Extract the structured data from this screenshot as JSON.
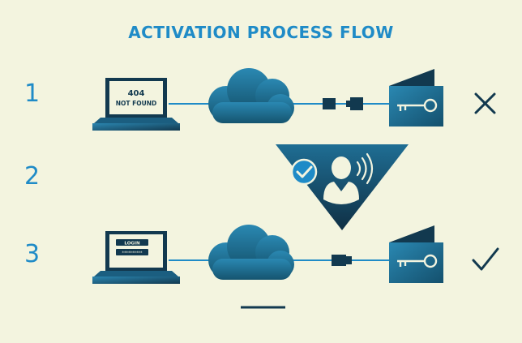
{
  "title": "ACTIVATION PROCESS FLOW",
  "steps": [
    {
      "number": "1",
      "screen_line1": "404",
      "screen_line2": "NOT FOUND",
      "result": "cross-icon"
    },
    {
      "number": "2"
    },
    {
      "number": "3",
      "screen_login_label": "LOGIN",
      "screen_password_mask": "**********",
      "result": "check-icon"
    }
  ],
  "colors": {
    "background": "#f3f4df",
    "accent": "#1f8bc7",
    "dark": "#12394f",
    "cloud": "#1f6f96",
    "check_badge": "#1f8bc7"
  }
}
